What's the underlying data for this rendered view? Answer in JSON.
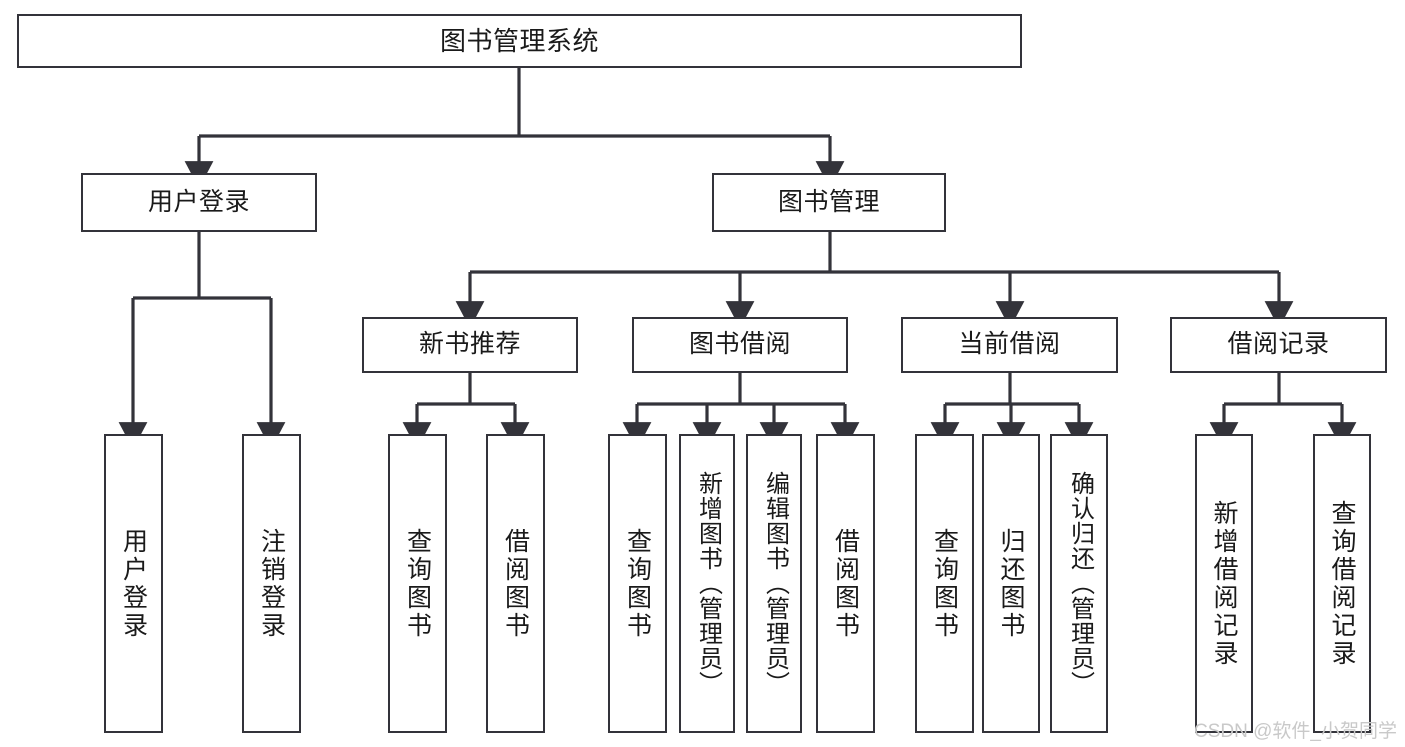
{
  "diagram": {
    "title": "图书管理系统",
    "type": "hierarchy-tree",
    "edge_color": "#33333a",
    "node_border_color": "#33333a",
    "node_fill_color": "#ffffff",
    "background_color": "#ffffff",
    "levels": [
      {
        "level": 1,
        "nodes": [
          {
            "id": "root",
            "label": "图书管理系统",
            "orientation": "horizontal"
          }
        ]
      },
      {
        "level": 2,
        "nodes": [
          {
            "id": "user-login",
            "label": "用户登录",
            "orientation": "horizontal",
            "parent": "root"
          },
          {
            "id": "book-manage",
            "label": "图书管理",
            "orientation": "horizontal",
            "parent": "root"
          }
        ]
      },
      {
        "level": 3,
        "nodes": [
          {
            "id": "new-book-rec",
            "label": "新书推荐",
            "orientation": "horizontal",
            "parent": "book-manage"
          },
          {
            "id": "book-borrow",
            "label": "图书借阅",
            "orientation": "horizontal",
            "parent": "book-manage"
          },
          {
            "id": "current-borrow",
            "label": "当前借阅",
            "orientation": "horizontal",
            "parent": "book-manage"
          },
          {
            "id": "borrow-record",
            "label": "借阅记录",
            "orientation": "horizontal",
            "parent": "book-manage"
          }
        ]
      },
      {
        "level": 4,
        "nodes": [
          {
            "id": "leaf-user-login",
            "label": "用户登录",
            "orientation": "vertical",
            "parent": "user-login"
          },
          {
            "id": "leaf-logout",
            "label": "注销登录",
            "orientation": "vertical",
            "parent": "user-login"
          },
          {
            "id": "leaf-query-book-1",
            "label": "查询图书",
            "orientation": "vertical",
            "parent": "new-book-rec"
          },
          {
            "id": "leaf-borrow-book-1",
            "label": "借阅图书",
            "orientation": "vertical",
            "parent": "new-book-rec"
          },
          {
            "id": "leaf-query-book-2",
            "label": "查询图书",
            "orientation": "vertical",
            "parent": "book-borrow"
          },
          {
            "id": "leaf-add-book",
            "label": "新增图书（管理员）",
            "orientation": "vertical",
            "parent": "book-borrow"
          },
          {
            "id": "leaf-edit-book",
            "label": "编辑图书（管理员）",
            "orientation": "vertical",
            "parent": "book-borrow"
          },
          {
            "id": "leaf-borrow-book-2",
            "label": "借阅图书",
            "orientation": "vertical",
            "parent": "book-borrow"
          },
          {
            "id": "leaf-query-book-3",
            "label": "查询图书",
            "orientation": "vertical",
            "parent": "current-borrow"
          },
          {
            "id": "leaf-return-book",
            "label": "归还图书",
            "orientation": "vertical",
            "parent": "current-borrow"
          },
          {
            "id": "leaf-confirm-return",
            "label": "确认归还（管理员）",
            "orientation": "vertical",
            "parent": "current-borrow"
          },
          {
            "id": "leaf-add-record",
            "label": "新增借阅记录",
            "orientation": "vertical",
            "parent": "borrow-record"
          },
          {
            "id": "leaf-query-record",
            "label": "查询借阅记录",
            "orientation": "vertical",
            "parent": "borrow-record"
          }
        ]
      }
    ]
  },
  "watermark": {
    "text": "CSDN @软件_小贺同学"
  }
}
